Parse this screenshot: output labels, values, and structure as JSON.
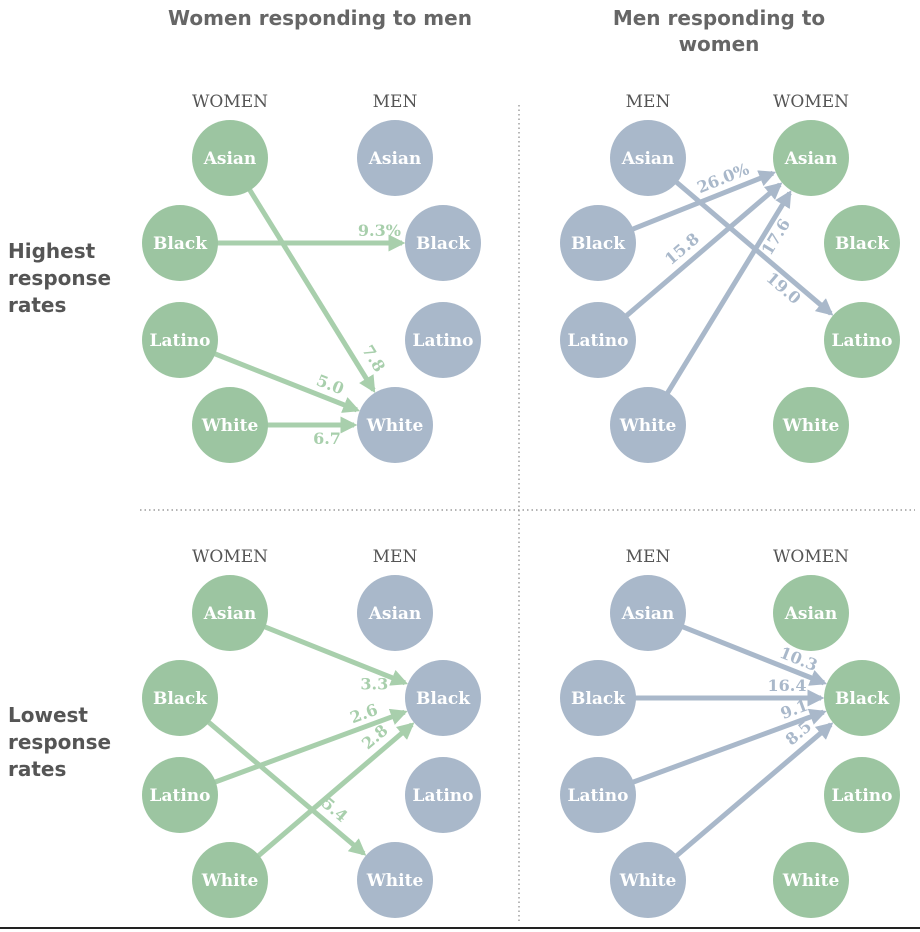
{
  "column_titles": [
    "Women responding to men",
    "Men responding to women"
  ],
  "row_titles": [
    "Highest response rates",
    "Lowest response rates"
  ],
  "groups": [
    "Asian",
    "Black",
    "Latino",
    "White"
  ],
  "colors": {
    "women": "#9cc5a1",
    "men": "#a9b8ca",
    "women_arrow": "#a8cfac",
    "men_arrow": "#a9b8ca",
    "axis_dotted": "#888888",
    "text": "#ffffff"
  },
  "panels": [
    {
      "id": "top-left",
      "row": "Highest response rates",
      "from_label": "WOMEN",
      "to_label": "MEN",
      "from_gender": "women",
      "to_gender": "men",
      "links": [
        {
          "from": "Black",
          "to": "Black",
          "value": "9.3%"
        },
        {
          "from": "Asian",
          "to": "White",
          "value": "7.8"
        },
        {
          "from": "Latino",
          "to": "White",
          "value": "5.0"
        },
        {
          "from": "White",
          "to": "White",
          "value": "6.7"
        }
      ]
    },
    {
      "id": "top-right",
      "row": "Highest response rates",
      "from_label": "MEN",
      "to_label": "WOMEN",
      "from_gender": "men",
      "to_gender": "women",
      "links": [
        {
          "from": "Black",
          "to": "Asian",
          "value": "26.0%"
        },
        {
          "from": "Latino",
          "to": "Asian",
          "value": "15.8"
        },
        {
          "from": "White",
          "to": "Asian",
          "value": "17.6"
        },
        {
          "from": "Asian",
          "to": "Latino",
          "value": "19.0"
        }
      ]
    },
    {
      "id": "bottom-left",
      "row": "Lowest response rates",
      "from_label": "WOMEN",
      "to_label": "MEN",
      "from_gender": "women",
      "to_gender": "men",
      "links": [
        {
          "from": "Asian",
          "to": "Black",
          "value": "3.3"
        },
        {
          "from": "Latino",
          "to": "Black",
          "value": "2.6"
        },
        {
          "from": "White",
          "to": "Black",
          "value": "2.8"
        },
        {
          "from": "Black",
          "to": "White",
          "value": "5.4"
        }
      ]
    },
    {
      "id": "bottom-right",
      "row": "Lowest response rates",
      "from_label": "MEN",
      "to_label": "WOMEN",
      "from_gender": "men",
      "to_gender": "women",
      "links": [
        {
          "from": "Asian",
          "to": "Black",
          "value": "10.3"
        },
        {
          "from": "Black",
          "to": "Black",
          "value": "16.4"
        },
        {
          "from": "Latino",
          "to": "Black",
          "value": "9.1"
        },
        {
          "from": "White",
          "to": "Black",
          "value": "8.5"
        }
      ]
    }
  ]
}
